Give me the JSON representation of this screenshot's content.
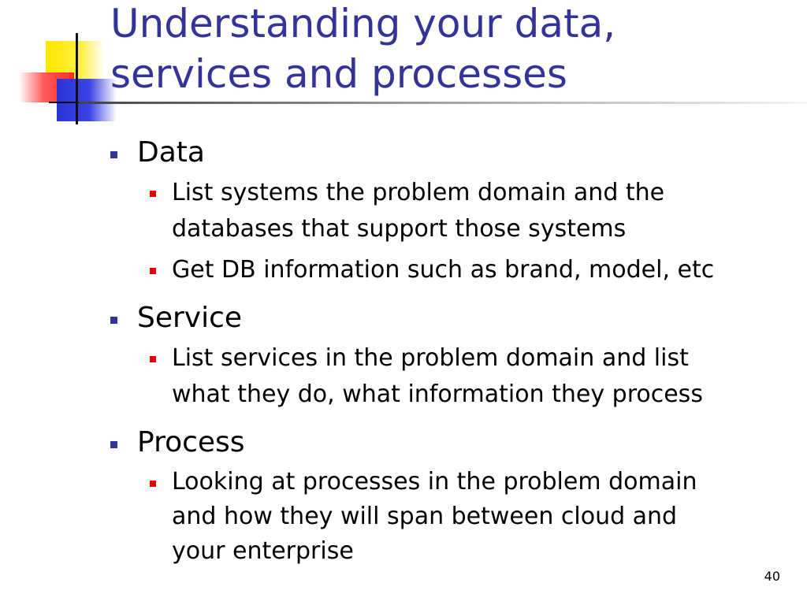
{
  "slide": {
    "title_lines": [
      "Understanding your data,",
      "services and processes"
    ],
    "page_number": "40",
    "colors": {
      "title": "#333399",
      "bullet_level1": "#333399",
      "bullet_level2": "#e00000",
      "logo_yellow": "#ffe600",
      "logo_red": "#ff2b2b",
      "logo_blue": "#2b33d6"
    },
    "sections": [
      {
        "heading": "Data",
        "items": [
          {
            "lines": [
              "List systems the problem domain and the",
              "databases that support those systems"
            ]
          },
          {
            "lines": [
              "Get DB information such as brand, model, etc"
            ]
          }
        ]
      },
      {
        "heading": "Service",
        "items": [
          {
            "lines": [
              "List services in the problem domain and list",
              "what they do, what information they process"
            ]
          }
        ]
      },
      {
        "heading": "Process",
        "items": [
          {
            "lines": [
              "Looking at processes in the problem domain",
              "and how they will span between cloud and",
              "your enterprise"
            ]
          }
        ]
      }
    ]
  }
}
